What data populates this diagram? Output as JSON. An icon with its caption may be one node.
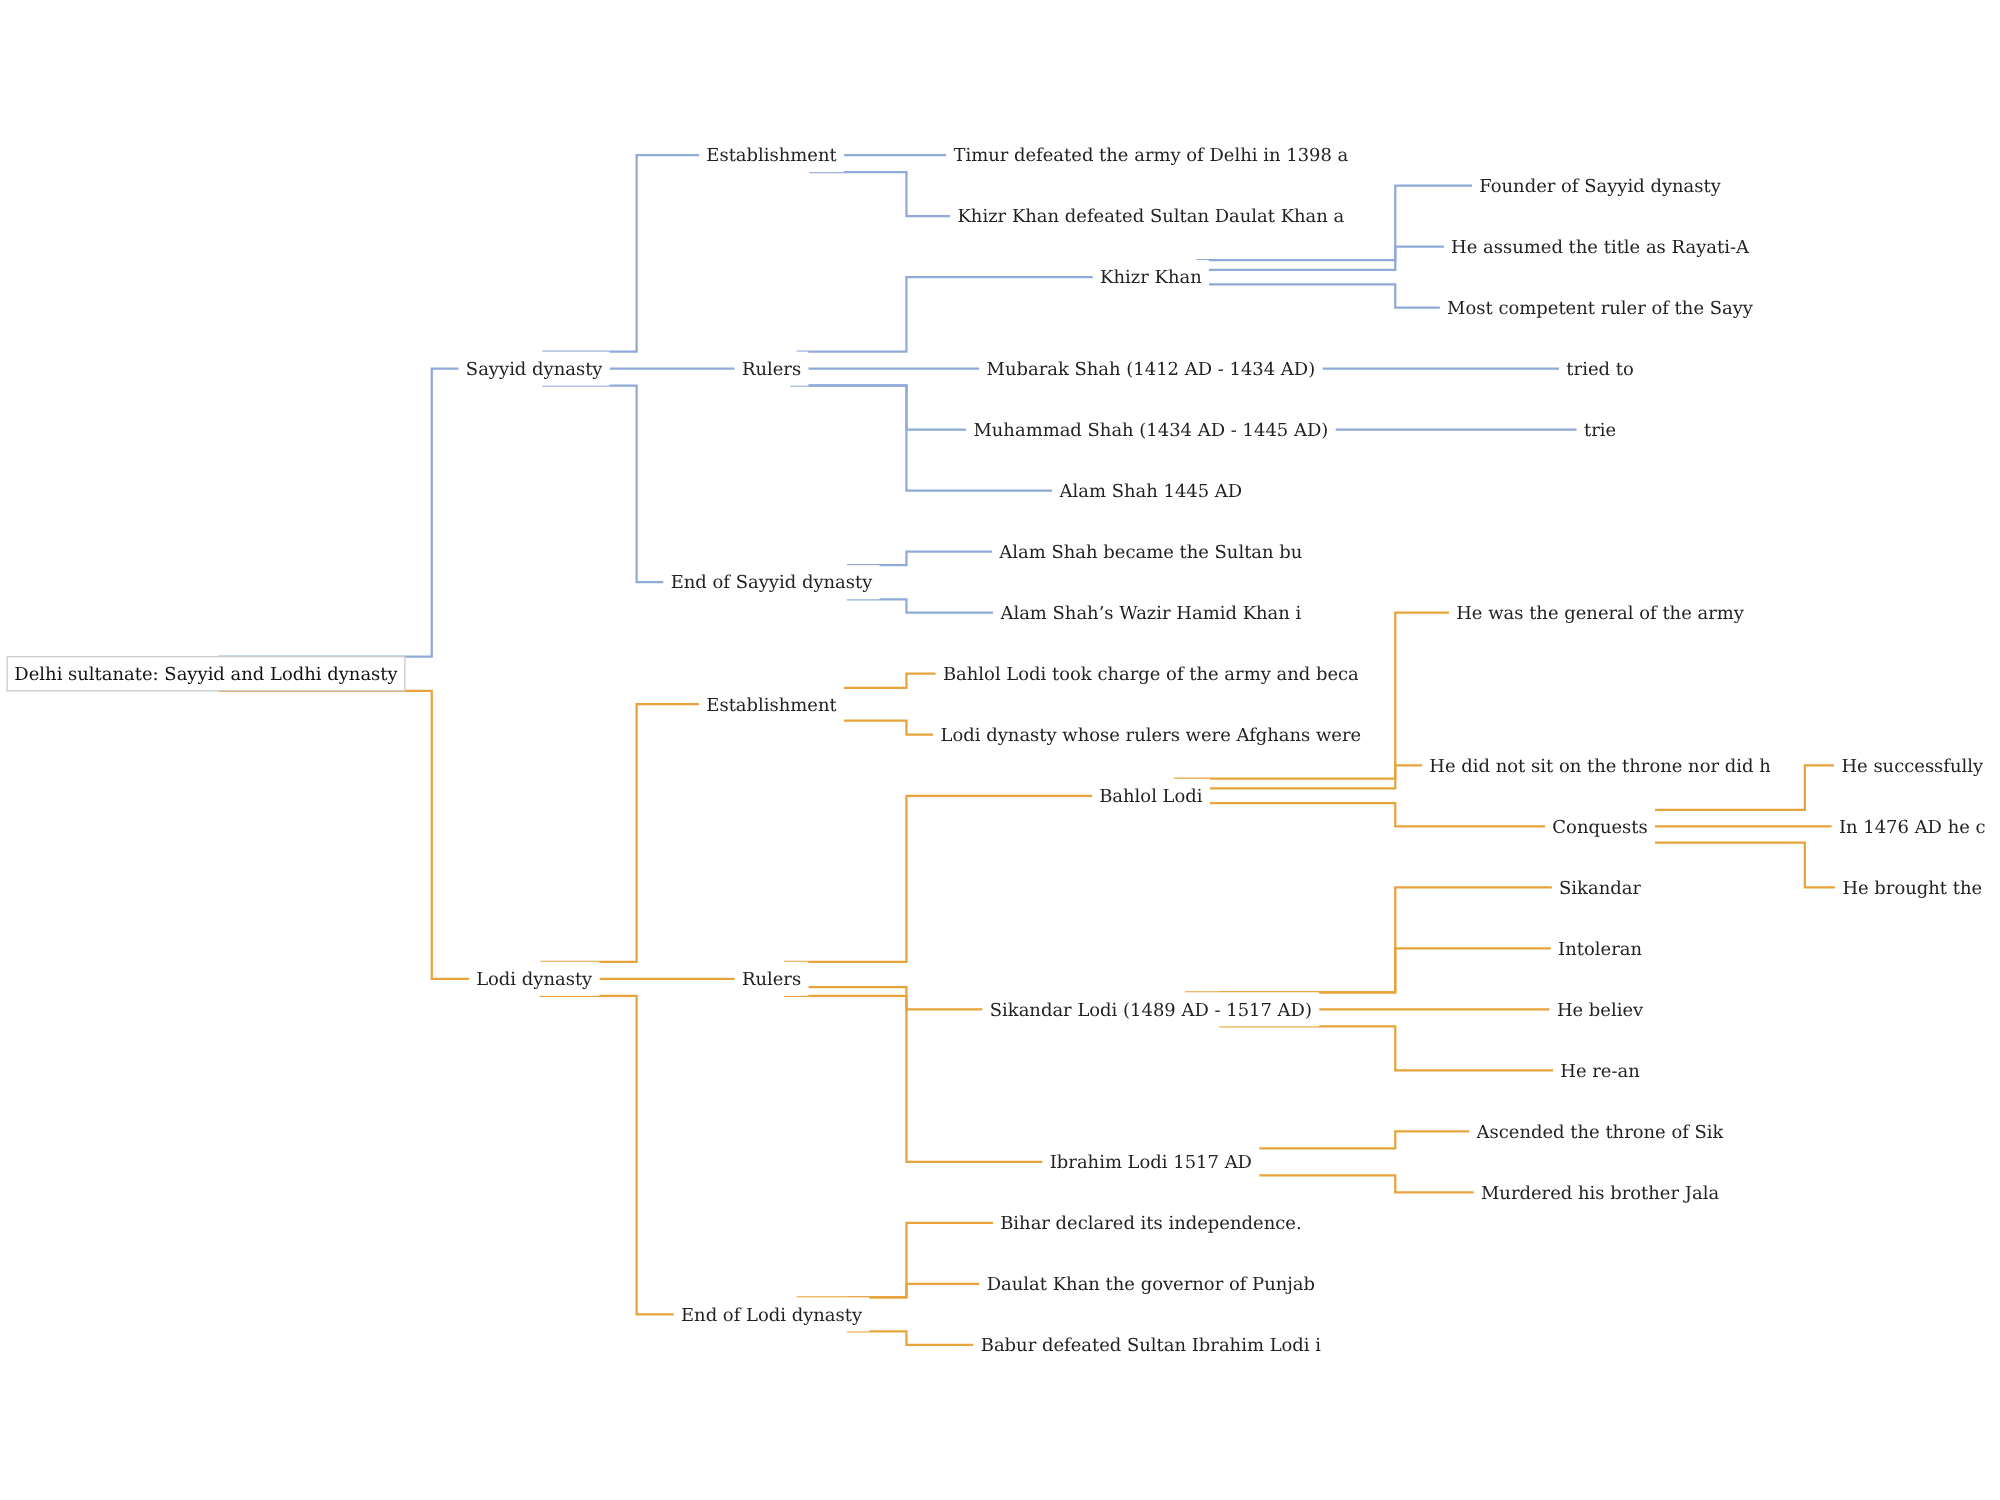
{
  "diagram": {
    "nodes": [
      {
        "text": [
          "Delhi sultanate: Sayyid and Lodhi dynasty"
        ]
      },
      {
        "text": [
          "Sayyid dynasty"
        ]
      },
      {
        "text": [
          "Establishment"
        ]
      },
      {
        "text": [
          "Timur defeated the army of Delhi in 1398 a"
        ]
      },
      {
        "text": [
          "Khizr Khan defeated Sultan Daulat Khan a"
        ]
      },
      {
        "text": [
          "Rulers"
        ]
      },
      {
        "text": [
          "Khizr Khan"
        ]
      },
      {
        "text": [
          "Founder of Sayyid dynasty"
        ]
      },
      {
        "text": [
          "He assumed the title as Rayati-A"
        ]
      },
      {
        "text": [
          "Most competent ruler of the Sayy"
        ]
      },
      {
        "text": [
          "Mubarak Shah (1412 AD - 1434 AD)"
        ]
      },
      {
        "text": [
          "tried to"
        ]
      },
      {
        "text": [
          "Muhammad Shah (1434 AD - 1445 AD)"
        ]
      },
      {
        "text": [
          "trie"
        ]
      },
      {
        "text": [
          "Alam Shah 1445 AD"
        ]
      },
      {
        "text": [
          "End of Sayyid dynasty"
        ]
      },
      {
        "text": [
          "Alam Shah became the Sultan bu"
        ]
      },
      {
        "text": [
          "Alam Shah’s Wazir Hamid Khan i"
        ]
      },
      {
        "text": [
          "Lodi dynasty"
        ]
      },
      {
        "text": [
          "Establishment"
        ]
      },
      {
        "text": [
          "Bahlol Lodi took charge of the army and beca"
        ]
      },
      {
        "text": [
          "Lodi dynasty whose rulers were Afghans were"
        ]
      },
      {
        "text": [
          "Rulers"
        ]
      },
      {
        "text": [
          "Bahlol Lodi"
        ]
      },
      {
        "text": [
          "He was the general of the army"
        ]
      },
      {
        "text": [
          "He did not sit on the throne nor did h"
        ]
      },
      {
        "text": [
          "Conquests"
        ]
      },
      {
        "text": [
          "He successfully"
        ]
      },
      {
        "text": [
          "In 1476 AD he c"
        ]
      },
      {
        "text": [
          "He brought the"
        ]
      },
      {
        "text": [
          "Sikandar Lodi (1489 AD - 1517 AD)"
        ]
      },
      {
        "text": [
          "Sikandar"
        ]
      },
      {
        "text": [
          "Intoleran"
        ]
      },
      {
        "text": [
          "He believ"
        ]
      },
      {
        "text": [
          "He re-an"
        ]
      },
      {
        "text": [
          "Ibrahim Lodi 1517 AD"
        ]
      },
      {
        "text": [
          "Ascended the throne of Sik"
        ]
      },
      {
        "text": [
          "Murdered his brother Jala"
        ]
      },
      {
        "text": [
          "End of Lodi dynasty"
        ]
      },
      {
        "text": [
          "Bihar declared its independence."
        ]
      },
      {
        "text": [
          "Daulat Khan the governor of Punjab"
        ]
      },
      {
        "text": [
          "Babur defeated Sultan Ibrahim Lodi i"
        ]
      }
    ],
    "edges": [
      {
        "from": 0,
        "to": 1,
        "arrow": "none",
        "color": "#8fa9d8"
      },
      {
        "from": 1,
        "to": 2,
        "arrow": "none",
        "color": "#8fa9d8"
      },
      {
        "from": 2,
        "to": 3,
        "arrow": "none",
        "color": "#8fa9d8"
      },
      {
        "from": 2,
        "to": 4,
        "arrow": "none",
        "color": "#8fa9d8"
      },
      {
        "from": 1,
        "to": 5,
        "arrow": "none",
        "color": "#8fa9d8"
      },
      {
        "from": 5,
        "to": 6,
        "arrow": "none",
        "color": "#8fa9d8"
      },
      {
        "from": 6,
        "to": 7,
        "arrow": "none",
        "color": "#8fa9d8"
      },
      {
        "from": 6,
        "to": 8,
        "arrow": "none",
        "color": "#8fa9d8"
      },
      {
        "from": 6,
        "to": 9,
        "arrow": "none",
        "color": "#8fa9d8"
      },
      {
        "from": 5,
        "to": 10,
        "arrow": "none",
        "color": "#8fa9d8"
      },
      {
        "from": 10,
        "to": 11,
        "arrow": "none",
        "color": "#8fa9d8"
      },
      {
        "from": 5,
        "to": 12,
        "arrow": "none",
        "color": "#8fa9d8"
      },
      {
        "from": 12,
        "to": 13,
        "arrow": "none",
        "color": "#8fa9d8"
      },
      {
        "from": 5,
        "to": 14,
        "arrow": "none",
        "color": "#8fa9d8"
      },
      {
        "from": 1,
        "to": 15,
        "arrow": "none",
        "color": "#8fa9d8"
      },
      {
        "from": 15,
        "to": 16,
        "arrow": "none",
        "color": "#8fa9d8"
      },
      {
        "from": 15,
        "to": 17,
        "arrow": "none",
        "color": "#8fa9d8"
      },
      {
        "from": 0,
        "to": 18,
        "arrow": "none"
      },
      {
        "from": 18,
        "to": 19,
        "arrow": "none"
      },
      {
        "from": 19,
        "to": 20,
        "arrow": "none"
      },
      {
        "from": 19,
        "to": 21,
        "arrow": "none"
      },
      {
        "from": 18,
        "to": 22,
        "arrow": "none"
      },
      {
        "from": 22,
        "to": 23,
        "arrow": "none"
      },
      {
        "from": 23,
        "to": 24,
        "arrow": "none"
      },
      {
        "from": 23,
        "to": 25,
        "arrow": "none"
      },
      {
        "from": 23,
        "to": 26,
        "arrow": "none"
      },
      {
        "from": 26,
        "to": 27,
        "arrow": "none"
      },
      {
        "from": 26,
        "to": 28,
        "arrow": "none"
      },
      {
        "from": 26,
        "to": 29,
        "arrow": "none"
      },
      {
        "from": 22,
        "to": 30,
        "arrow": "none"
      },
      {
        "from": 30,
        "to": 31,
        "arrow": "none"
      },
      {
        "from": 30,
        "to": 32,
        "arrow": "none"
      },
      {
        "from": 30,
        "to": 33,
        "arrow": "none"
      },
      {
        "from": 30,
        "to": 34,
        "arrow": "none"
      },
      {
        "from": 22,
        "to": 35,
        "arrow": "none"
      },
      {
        "from": 35,
        "to": 36,
        "arrow": "none"
      },
      {
        "from": 35,
        "to": 37,
        "arrow": "none"
      },
      {
        "from": 18,
        "to": 38,
        "arrow": "none"
      },
      {
        "from": 38,
        "to": 39,
        "arrow": "none"
      },
      {
        "from": 38,
        "to": 40,
        "arrow": "none"
      },
      {
        "from": 38,
        "to": 41,
        "arrow": "none"
      }
    ]
  }
}
